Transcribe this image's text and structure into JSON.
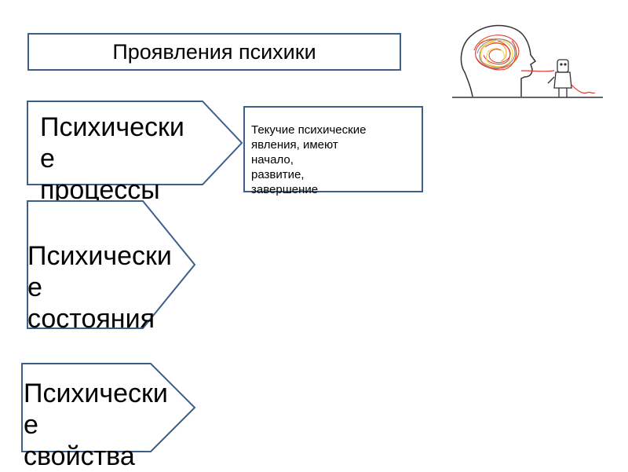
{
  "diagram": {
    "title": "Проявления психики",
    "arrows": [
      {
        "label": "Психически\nе\n процессы"
      },
      {
        "label": "Психически\nе\n состояния"
      },
      {
        "label": "Психически\nе\nсвойства"
      }
    ],
    "description": "Текучие психические\nявления, имеют\nначало,\n развитие,\nзавершение"
  },
  "illustration": {
    "icon": "head-with-tangled-thoughts-icon"
  },
  "colors": {
    "border": "#3e5f8a",
    "tangle": [
      "#e03a2f",
      "#f0a32a",
      "#f2d33a",
      "#7f8f9e",
      "#d9472f"
    ]
  }
}
